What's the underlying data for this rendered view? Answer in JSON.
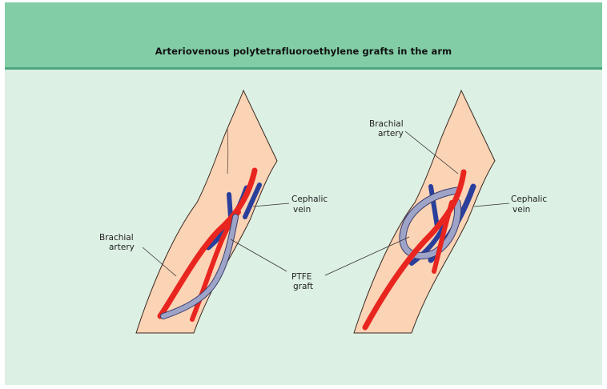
{
  "title": "Arteriovenous polytetrafluoroethylene grafts in the arm",
  "colors": {
    "header": "#82cda6",
    "background": "#ddf0e4",
    "skin": "#fbd3b5",
    "artery": "#e8261f",
    "vein": "#2a3f9c",
    "graft": "#9ea4c8"
  },
  "left_panel": {
    "labels": {
      "vein": [
        "Cephalic",
        "vein"
      ],
      "artery": [
        "Brachial",
        "artery"
      ],
      "graft": [
        "PTFE",
        "graft"
      ]
    }
  },
  "right_panel": {
    "labels": {
      "artery": [
        "Brachial",
        "artery"
      ],
      "vein": [
        "Cephalic",
        "vein"
      ]
    }
  }
}
